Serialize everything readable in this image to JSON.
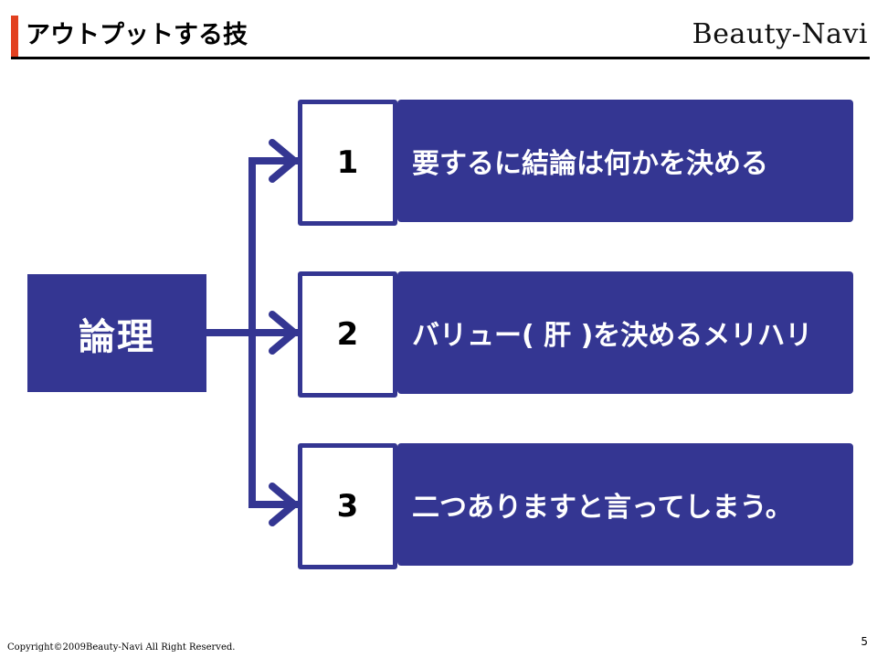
{
  "header": {
    "title": "アウトプットする技",
    "brand": "Beauty-Navi"
  },
  "source": {
    "label": "論理"
  },
  "items": [
    {
      "number": "1",
      "text": "要するに結論は何かを決める"
    },
    {
      "number": "2",
      "text": "バリュー( 肝 )を決めるメリハリ"
    },
    {
      "number": "3",
      "text": "二つありますと言ってしまう。"
    }
  ],
  "footer": {
    "copyright": "Copyright©2009Beauty-Navi All Right Reserved.",
    "page_number": "5"
  },
  "colors": {
    "accent": "#e2401f",
    "box_fill": "#343692"
  }
}
